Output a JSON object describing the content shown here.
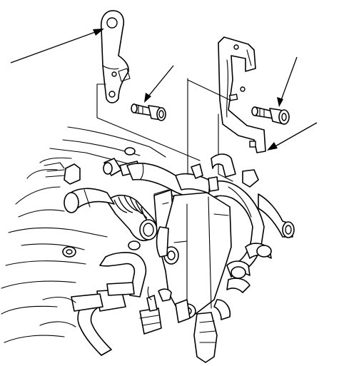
{
  "diagram": {
    "type": "exploded-parts-illustration",
    "callouts": [
      {
        "id": "left-bracket-arrow",
        "points_to": "engine-hanger-bracket-left"
      },
      {
        "id": "left-bolt-arrow",
        "points_to": "flange-bolt-left"
      },
      {
        "id": "right-bolt-arrow",
        "points_to": "flange-bolt-right"
      },
      {
        "id": "right-bracket-arrow",
        "points_to": "engine-hanger-bracket-right"
      }
    ],
    "colors": {
      "line": "#000000",
      "background": "#ffffff"
    }
  }
}
